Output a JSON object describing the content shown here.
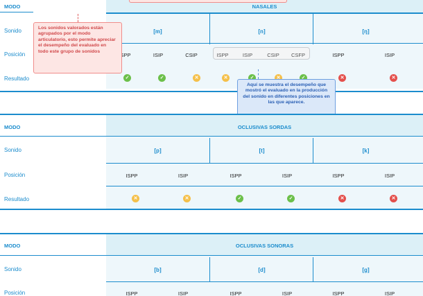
{
  "labels": {
    "mode": "MODO",
    "sound": "Sonido",
    "position": "Posición",
    "result": "Resultado"
  },
  "groups": [
    {
      "title": "NASALES",
      "sounds": [
        "[m]",
        "[n]",
        "[ŋ]"
      ],
      "positions": [
        "ISPP",
        "ISIP",
        "CSIP",
        "ISPP",
        "ISIP",
        "CSIP",
        "CSFP",
        "ISPP",
        "ISIP"
      ],
      "results": [
        "ok",
        "ok",
        "mid",
        "mid",
        "ok",
        "mid",
        "ok",
        "bad",
        "bad"
      ]
    },
    {
      "title": "OCLUSIVAS SORDAS",
      "sounds": [
        "[p]",
        "[t]",
        "[k]"
      ],
      "positions": [
        "ISPP",
        "ISIP",
        "ISPP",
        "ISIP",
        "ISPP",
        "ISIP"
      ],
      "results": [
        "mid",
        "mid",
        "ok",
        "ok",
        "bad",
        "bad"
      ]
    },
    {
      "title": "OCLUSIVAS SONORAS",
      "sounds": [
        "[b]",
        "[d]",
        "[g]"
      ],
      "positions": [
        "ISPP",
        "ISIP",
        "ISPP",
        "ISIP",
        "ISPP",
        "ISIP"
      ]
    }
  ],
  "callouts": {
    "pink": "Los sonidos valorados están agrupados por el modo articulatorio, esto permite apreciar el desempeño del evaluado en todo este grupo de sonidos",
    "blue": "Aquí se muestra el desempeño que mostró el evaluado en la producción del sonido en diferentes posiciones en las que aparece."
  },
  "colors": {
    "accent": "#1b8ccd",
    "ok": "#6cc04a",
    "mid": "#f5c04a",
    "bad": "#e4504c"
  }
}
